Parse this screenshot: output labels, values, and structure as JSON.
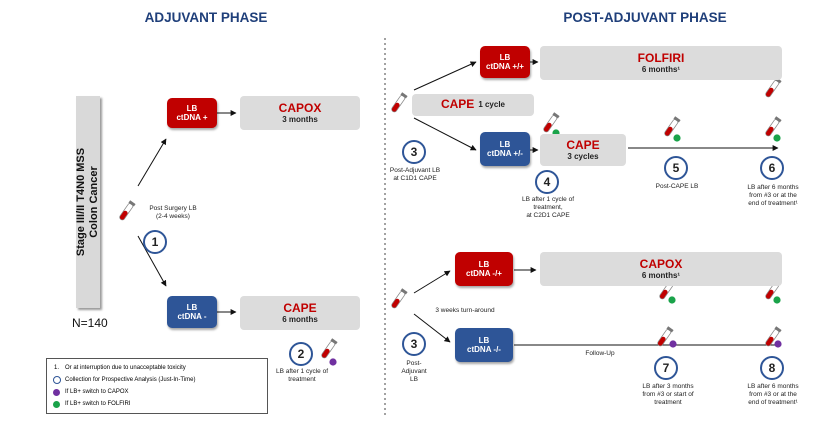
{
  "phases": {
    "adjuvant": "ADJUVANT PHASE",
    "post_adjuvant": "POST-ADJUVANT PHASE"
  },
  "cohort": {
    "stage_line1": "Stage III/II T4N0 MSS",
    "stage_line2": "Colon Cancer",
    "n": "N=140"
  },
  "lb_boxes": {
    "ctdna_pos": {
      "l1": "LB",
      "l2": "ctDNA +"
    },
    "ctdna_neg": {
      "l1": "LB",
      "l2": "ctDNA -"
    },
    "pp": {
      "l1": "LB",
      "l2": "ctDNA +/+"
    },
    "pm": {
      "l1": "LB",
      "l2": "ctDNA +/-"
    },
    "mp": {
      "l1": "LB",
      "l2": "ctDNA -/+"
    },
    "mm": {
      "l1": "LB",
      "l2": "ctDNA -/-"
    }
  },
  "treatments": {
    "capox_adj": {
      "name": "CAPOX",
      "duration": "3 months"
    },
    "cape_adj": {
      "name": "CAPE",
      "duration": "6 months"
    },
    "cape_1cycle": {
      "name": "CAPE",
      "duration": "1 cycle"
    },
    "folfiri": {
      "name": "FOLFIRI",
      "duration": "6 months¹"
    },
    "cape_3cycles": {
      "name": "CAPE",
      "duration": "3 cycles"
    },
    "capox_post": {
      "name": "CAPOX",
      "duration": "6 months¹"
    }
  },
  "timepoints": {
    "1": {
      "num": "1",
      "label": "Post Surgery LB\n(2-4 weeks)"
    },
    "2": {
      "num": "2",
      "label": "LB after 1 cycle of\ntreatment"
    },
    "3a": {
      "num": "3",
      "label": "Post-Adjuvant LB\nat C1D1 CAPE"
    },
    "3b": {
      "num": "3",
      "label": "Post-\nAdjuvant\nLB"
    },
    "4": {
      "num": "4",
      "label": "LB after 1 cycle of\ntreatment,\nat C2D1 CAPE"
    },
    "5": {
      "num": "5",
      "label": "Post-CAPE LB"
    },
    "6": {
      "num": "6",
      "label": "LB after 6 months\nfrom #3 or at the\nend of treatment¹"
    },
    "7": {
      "num": "7",
      "label": "LB after 3 months\nfrom #3 or start of\ntreatment"
    },
    "8": {
      "num": "8",
      "label": "LB after 6 months\nfrom #3 or at the\nend of treatment¹"
    }
  },
  "annotations": {
    "turnaround": "3 weeks turn-around",
    "followup": "Follow-Up"
  },
  "legend": [
    {
      "symbol": "1.",
      "text": "Or at interruption due to unacceptable toxicity"
    },
    {
      "symbol": "circle",
      "text": "Collection for Prospective Analysis (Just-In-Time)"
    },
    {
      "symbol": "purple-dot",
      "text": "If LB+ switch to CAPOX"
    },
    {
      "symbol": "green-dot",
      "text": "If LB+ switch to FOLFIRI"
    }
  ],
  "colors": {
    "red": "#c00000",
    "blue": "#2e5597",
    "grey": "#dcdcdc",
    "green": "#1aa34a",
    "purple": "#7030a0",
    "phase": "#1f3f7a"
  }
}
